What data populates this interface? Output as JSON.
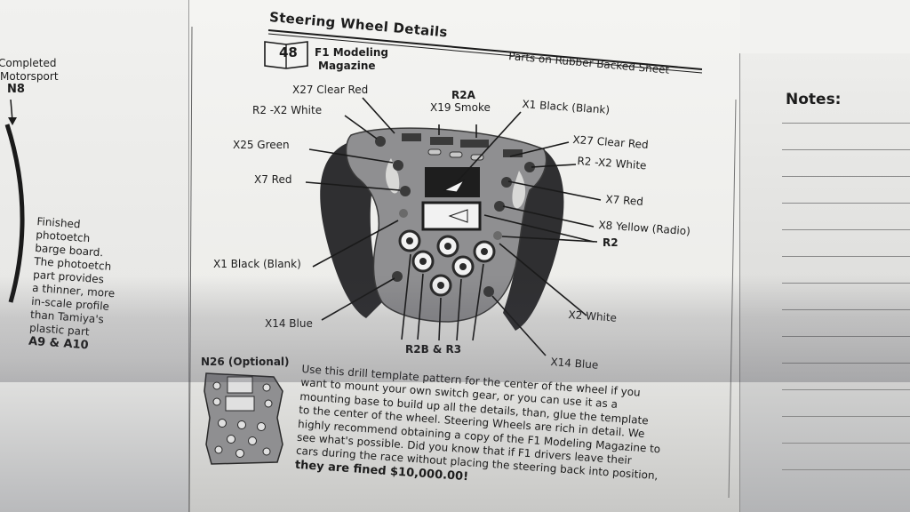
{
  "header": {
    "title": "Steering Wheel Details",
    "subtitle": "Parts on Rubber Backed Sheet",
    "magazine_number": "48",
    "magazine_name_line1": "F1 Modeling",
    "magazine_name_line2": "Magazine"
  },
  "left_page": {
    "completed_line1": "Completed",
    "completed_line2": "Motorsport",
    "completed_code": "N8",
    "note_lines": [
      "Finished",
      "photoetch",
      "barge board.",
      "The photoetch",
      "part provides",
      "a thinner, more",
      "in-scale profile",
      "than Tamiya's",
      "plastic part"
    ],
    "parts": "A9 & A10"
  },
  "callouts": {
    "x27_left": "X27 Clear Red",
    "r2_x2_left": "R2 -X2 White",
    "r2a": "R2A",
    "x19": "X19 Smoke",
    "x1_top": "X1 Black (Blank)",
    "x27_right": "X27 Clear Red",
    "r2_x2_right": "R2 -X2 White",
    "x25": "X25 Green",
    "x7_left": "X7 Red",
    "x7_right": "X7 Red",
    "x8": "X8 Yellow (Radio)",
    "r2": "R2",
    "x1_left": "X1 Black (Blank)",
    "x14_left": "X14 Blue",
    "x2": "X2 White",
    "r2b_r3": "R2B & R3",
    "x14_right": "X14 Blue"
  },
  "optional_part": {
    "label": "N26 (Optional)"
  },
  "instructions": {
    "lines": [
      "Use this drill template pattern for the center of the wheel if you",
      "want to mount your own switch gear, or you can use it as a",
      "mounting base to build up all the details, than, glue the template",
      "to the center of the wheel. Steering Wheels are rich in detail. We",
      "highly recommend obtaining a copy of the F1 Modeling Magazine to",
      "see what's possible. Did you know that if F1 drivers leave their",
      "cars during the race without placing the steering back into position,",
      "they are fined $10,000.00!"
    ]
  },
  "notes": {
    "title": "Notes:"
  },
  "colors": {
    "wheel_grip": "#2f2f31",
    "wheel_face": "#8f8f91",
    "ink": "#1c1c1c"
  }
}
